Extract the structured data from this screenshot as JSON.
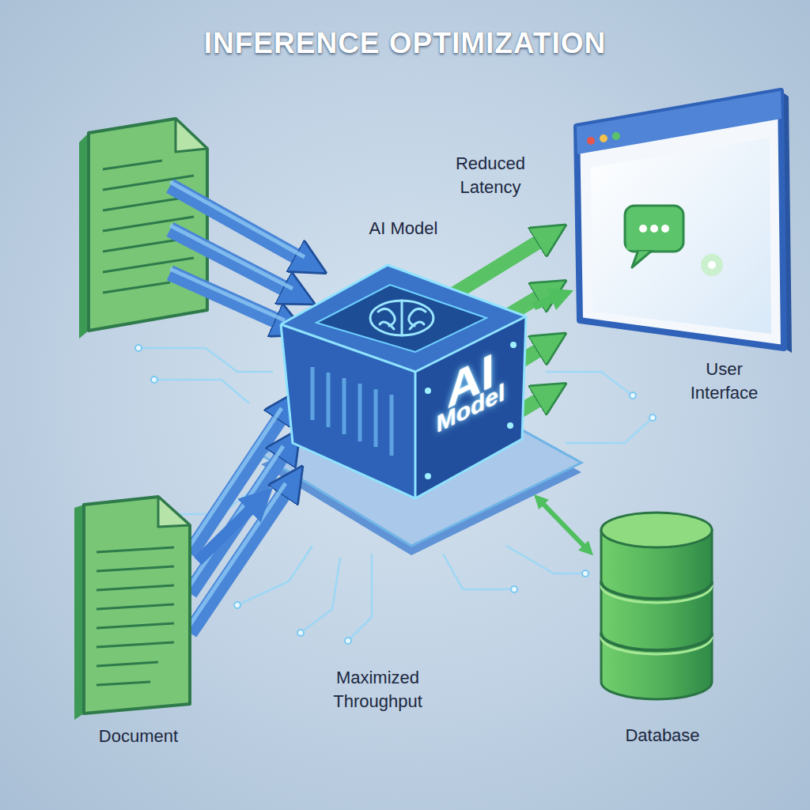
{
  "diagram": {
    "title": "INFERENCE OPTIMIZATION",
    "nodes": [
      {
        "text": [
          "AI Model",
          "AI Model"
        ]
      },
      {
        "text": [
          "User Interface"
        ]
      },
      {
        "text": [
          "Document"
        ]
      },
      {
        "text": [
          "Database"
        ]
      }
    ],
    "edges": [
      {
        "from": 2,
        "to": 0,
        "arrow": "to"
      },
      {
        "from": 0,
        "to": 1,
        "arrow": "to"
      },
      {
        "from": 0,
        "to": 3,
        "arrow": "both"
      }
    ],
    "labels": [
      "Reduced Latency",
      "Maximized Throughput"
    ]
  }
}
